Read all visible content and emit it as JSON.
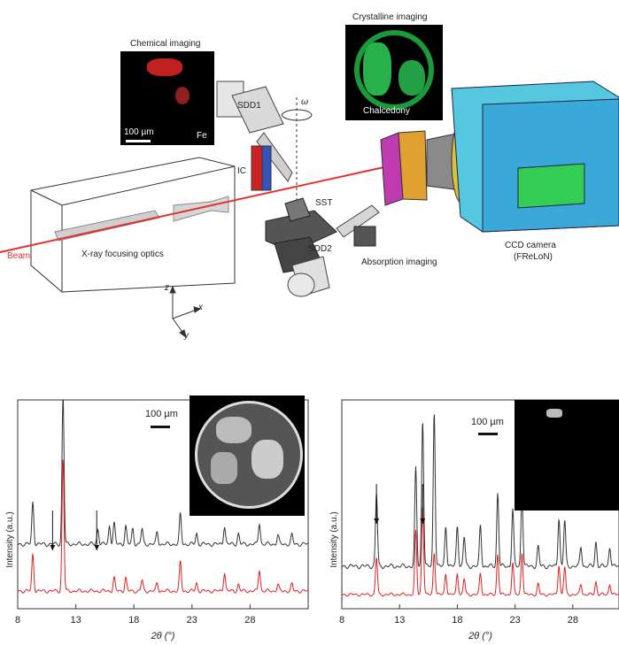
{
  "diagram": {
    "chemical_imaging": {
      "title": "Chemical imaging",
      "scale_label": "100 µm",
      "element": "Fe"
    },
    "crystalline_imaging": {
      "title": "Crystalline imaging",
      "sample": "Chalcedony"
    },
    "absorption_imaging": {
      "title": "Absorption imaging",
      "axis_x": "x",
      "axis_y": "y"
    },
    "labels": {
      "sdd1": "SDD1",
      "sdd2": "SDD2",
      "ic": "IC",
      "sst": "SST",
      "omega": "ω",
      "beam": "Beam",
      "optics": "X-ray focusing optics",
      "ccd_line1": "CCD  camera",
      "ccd_line2": "(FReLoN)",
      "axis_z": "z",
      "axis_x": "x",
      "axis_y": "y"
    }
  },
  "chart_data": [
    {
      "type": "line",
      "xlabel": "2θ (°)",
      "ylabel": "Intensity (a.u.)",
      "xlim": [
        8,
        33
      ],
      "xticks": [
        "8",
        "13",
        "18",
        "23",
        "28"
      ],
      "inset": {
        "scale_label": "100 µm"
      },
      "arrows_at_2theta": [
        11.0,
        14.8
      ],
      "series": [
        {
          "color": "#333333",
          "peaks": [
            [
              9.3,
              0.28
            ],
            [
              11.9,
              1.0
            ],
            [
              14.9,
              0.1
            ],
            [
              15.9,
              0.12
            ],
            [
              16.3,
              0.14
            ],
            [
              17.3,
              0.12
            ],
            [
              17.9,
              0.1
            ],
            [
              18.7,
              0.1
            ],
            [
              20.0,
              0.08
            ],
            [
              22.0,
              0.2
            ],
            [
              23.4,
              0.07
            ],
            [
              25.8,
              0.12
            ],
            [
              27.0,
              0.07
            ],
            [
              28.8,
              0.14
            ],
            [
              30.4,
              0.06
            ],
            [
              31.6,
              0.06
            ]
          ]
        },
        {
          "color": "#e02020",
          "peaks": [
            [
              9.3,
              0.28
            ],
            [
              11.9,
              1.0
            ],
            [
              16.3,
              0.1
            ],
            [
              17.3,
              0.1
            ],
            [
              18.7,
              0.08
            ],
            [
              20.0,
              0.06
            ],
            [
              22.0,
              0.22
            ],
            [
              23.4,
              0.06
            ],
            [
              25.8,
              0.14
            ],
            [
              27.0,
              0.05
            ],
            [
              28.8,
              0.16
            ],
            [
              30.4,
              0.05
            ],
            [
              31.6,
              0.05
            ]
          ]
        }
      ]
    },
    {
      "type": "line",
      "xlabel": "2θ (°)",
      "ylabel": "Intensity (a.u.)",
      "xlim": [
        8,
        32
      ],
      "xticks": [
        "8",
        "13",
        "18",
        "23",
        "28"
      ],
      "inset": {
        "scale_label": "100 µm"
      },
      "arrows_at_2theta": [
        11.0,
        15.0
      ],
      "series": [
        {
          "color": "#333333",
          "peaks": [
            [
              11.0,
              0.45
            ],
            [
              14.4,
              0.6
            ],
            [
              15.0,
              0.9
            ],
            [
              16.0,
              0.95
            ],
            [
              17.0,
              0.25
            ],
            [
              18.0,
              0.25
            ],
            [
              18.6,
              0.18
            ],
            [
              20.0,
              0.25
            ],
            [
              21.5,
              0.45
            ],
            [
              22.8,
              0.35
            ],
            [
              23.6,
              0.45
            ],
            [
              25.0,
              0.12
            ],
            [
              26.8,
              0.3
            ],
            [
              27.3,
              0.28
            ],
            [
              28.7,
              0.12
            ],
            [
              30.0,
              0.15
            ],
            [
              31.2,
              0.12
            ]
          ]
        },
        {
          "color": "#e02020",
          "peaks": [
            [
              11.0,
              0.35
            ],
            [
              14.4,
              0.6
            ],
            [
              15.0,
              0.85
            ],
            [
              16.0,
              0.4
            ],
            [
              17.0,
              0.2
            ],
            [
              18.0,
              0.2
            ],
            [
              18.6,
              0.15
            ],
            [
              20.0,
              0.2
            ],
            [
              21.5,
              0.38
            ],
            [
              22.8,
              0.3
            ],
            [
              23.6,
              0.4
            ],
            [
              25.0,
              0.1
            ],
            [
              26.8,
              0.28
            ],
            [
              27.3,
              0.26
            ],
            [
              28.7,
              0.1
            ],
            [
              30.0,
              0.12
            ],
            [
              31.2,
              0.1
            ]
          ]
        }
      ]
    }
  ]
}
